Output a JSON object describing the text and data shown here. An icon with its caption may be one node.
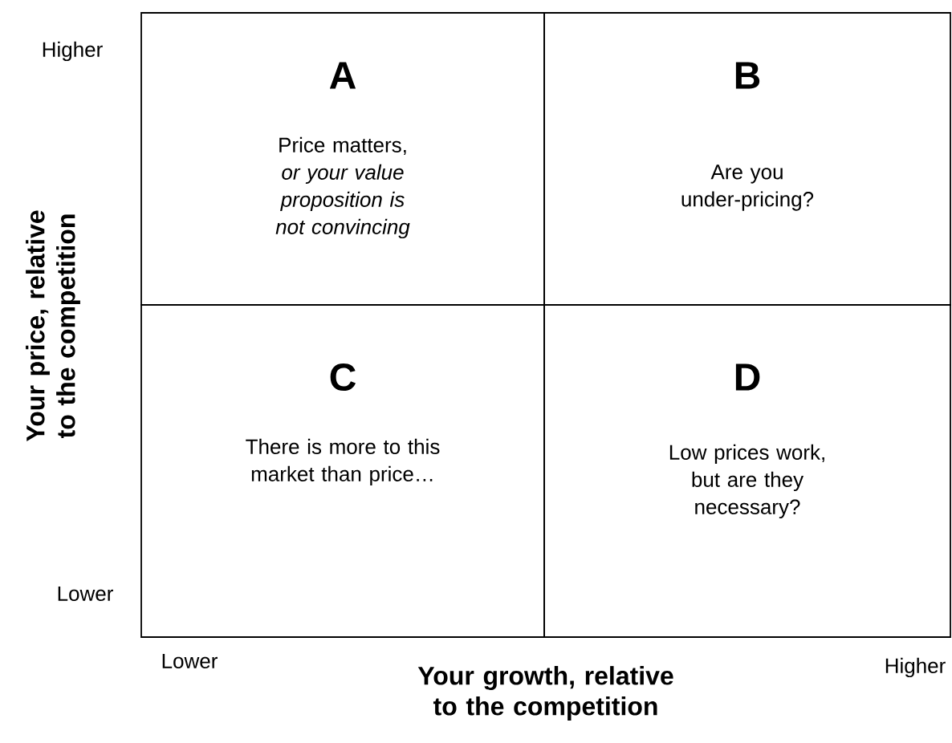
{
  "diagram": {
    "nodes": [
      {
        "text": [
          "A",
          "Price matters, *or your value proposition is not convincing*"
        ]
      },
      {
        "text": [
          "B",
          "Are you under-pricing?"
        ]
      },
      {
        "text": [
          "C",
          "There is more to this market than price…"
        ]
      },
      {
        "text": [
          "D",
          "Low prices work, but are they necessary?"
        ]
      }
    ],
    "labels": [
      "Higher",
      "Your price, relative to the competition",
      "Lower",
      "Lower",
      "Your growth, relative to the competition",
      "Higher"
    ]
  }
}
